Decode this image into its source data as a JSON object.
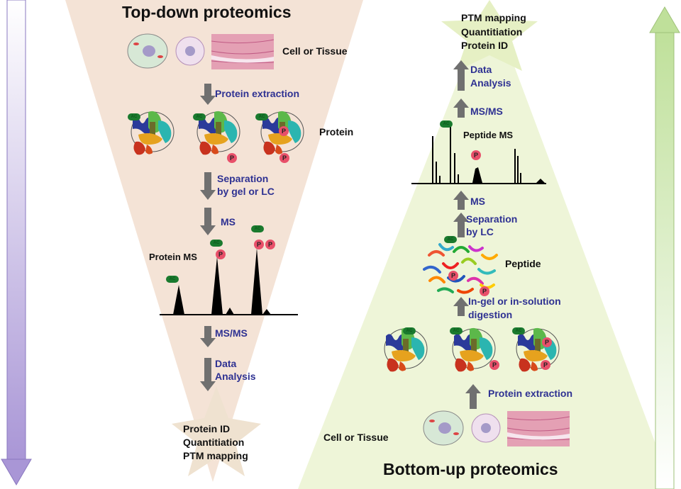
{
  "top_down": {
    "title": "Top-down proteomics",
    "source": "Cell or Tissue",
    "step_extraction": "Protein extraction",
    "protein_label": "Protein",
    "step_separation_1": "Separation",
    "step_separation_2": "by gel or LC",
    "step_ms": "MS",
    "ms_label": "Protein MS",
    "step_msms": "MS/MS",
    "step_analysis_1": "Data",
    "step_analysis_2": "Analysis",
    "result_1": "Protein ID",
    "result_2": "Quantitiation",
    "result_3": "PTM mapping"
  },
  "bottom_up": {
    "title": "Bottom-up proteomics",
    "source": "Cell or Tissue",
    "step_extraction": "Protein extraction",
    "step_digestion_1": "In-gel or in-solution",
    "step_digestion_2": "digestion",
    "peptide_label": "Peptide",
    "step_separation_1": "Separation",
    "step_separation_2": "by LC",
    "step_ms": "MS",
    "ms_label": "Peptide MS",
    "step_msms": "MS/MS",
    "step_analysis_1": "Data",
    "step_analysis_2": "Analysis",
    "result_1": "PTM mapping",
    "result_2": "Quantitiation",
    "result_3": "Protein ID"
  },
  "badges": {
    "acetyl": "AC",
    "phospho": "P"
  },
  "colors": {
    "top_down_bg": "#f4e3d6",
    "bottom_up_bg": "#eef5d8",
    "step_text": "#2e3192",
    "arrow": "#707070",
    "phospho": "#e8506a",
    "acetyl": "#1a7a2e",
    "left_arrow": "#b7a6dc",
    "right_arrow": "#c9e3a4"
  }
}
